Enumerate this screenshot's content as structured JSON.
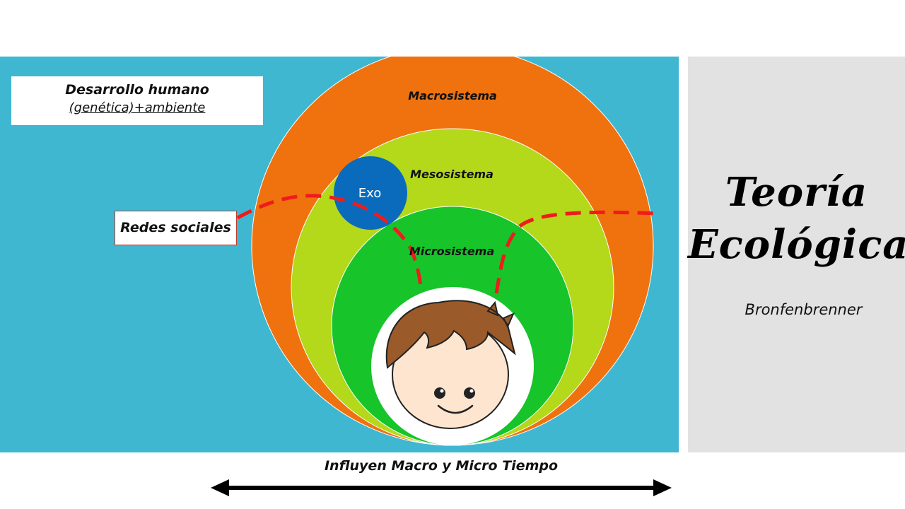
{
  "info_box": {
    "line1": "Desarrollo humano",
    "line2": "(genética)+ambiente"
  },
  "redes_label": "Redes sociales",
  "circles": {
    "macro": "Macrosistema",
    "meso": "Mesosistema",
    "micro": "Microsistema",
    "exo": "Exo"
  },
  "title": {
    "line1": "Teoría",
    "line2": "Ecológica",
    "subtitle": "Bronfenbrenner"
  },
  "time_label": "Influyen Macro y Micro Tiempo",
  "colors": {
    "background": "#3fb7d0",
    "macro": "#ef720f",
    "meso": "#b4d81a",
    "micro": "#17c42a",
    "exo": "#0a6bbd",
    "network_line": "#ee1c1c",
    "side_panel": "#e2e2e2"
  }
}
